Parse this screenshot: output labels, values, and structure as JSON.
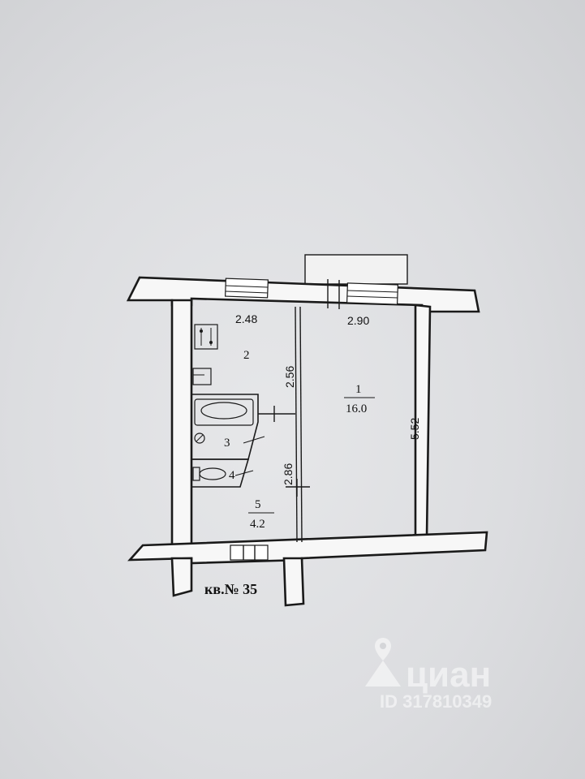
{
  "plan": {
    "apartment_label": "кв.№ 35",
    "dimensions": {
      "kitchen_width": "2.48",
      "room_width": "2.90",
      "kitchen_depth": "2.56",
      "hall_depth": "2.86",
      "room_depth": "5.52"
    },
    "rooms": [
      {
        "number": "1",
        "area": "16.0"
      },
      {
        "number": "2",
        "area": ""
      },
      {
        "number": "3",
        "area": ""
      },
      {
        "number": "4",
        "area": ""
      },
      {
        "number": "5",
        "area": "4.2"
      }
    ]
  },
  "watermark": {
    "brand": "циан",
    "id_text": "ID 317810349",
    "icon": "location-pin-icon"
  },
  "colors": {
    "paper": "#dcdde0",
    "ink": "#1a1a1a",
    "watermark": "#ffffff"
  }
}
